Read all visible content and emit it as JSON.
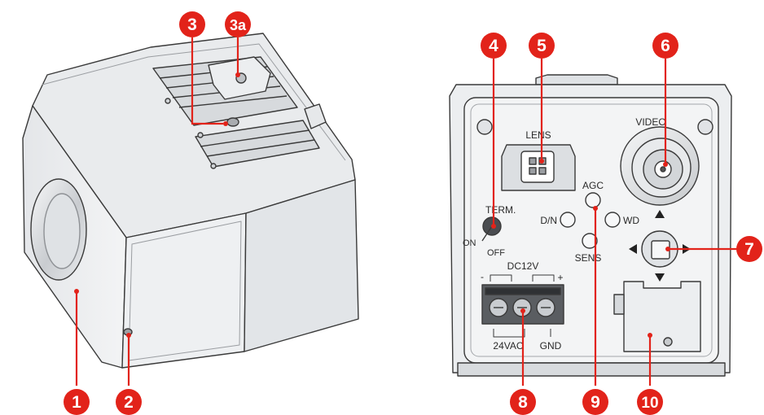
{
  "callouts": {
    "c1": "1",
    "c2": "2",
    "c3": "3",
    "c3a": "3a",
    "c4": "4",
    "c5": "5",
    "c6": "6",
    "c7": "7",
    "c8": "8",
    "c9": "9",
    "c10": "10"
  },
  "rear_panel_labels": {
    "lens": "LENS",
    "video": "VIDEO",
    "term": "TERM.",
    "on": "ON",
    "off": "OFF",
    "agc": "AGC",
    "dn": "D/N",
    "wd": "WD",
    "sens": "SENS",
    "dc12v": "DC12V",
    "minus": "-",
    "plus": "+",
    "ac24": "24VAC",
    "gnd": "GND"
  },
  "colors": {
    "callout": "#e2231a",
    "body_light": "#eceef0",
    "body_mid": "#d4d7db",
    "outline": "#3a3a3a"
  }
}
